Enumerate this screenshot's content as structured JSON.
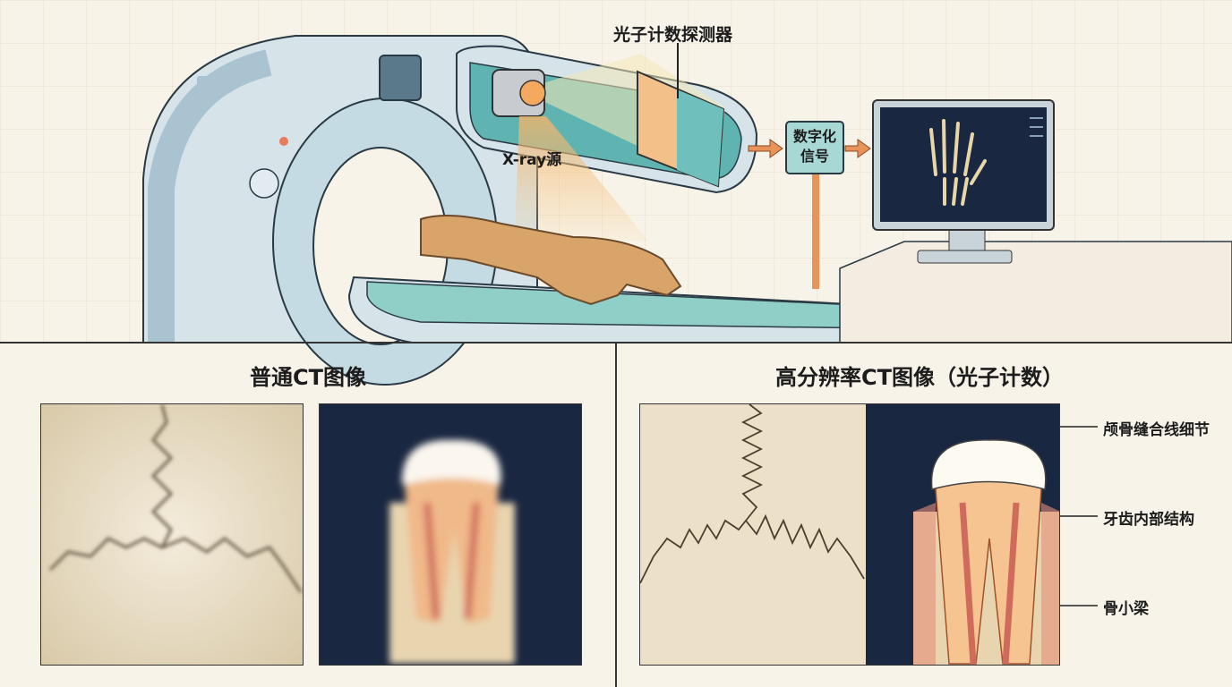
{
  "top": {
    "detector_label": "光子计数探测器",
    "xray_label": "X-ray源",
    "digital_signal_label": [
      "数字化",
      "信号"
    ]
  },
  "bottom": {
    "normal_title": "普通CT图像",
    "hires_title": "高分辨率CT图像（光子计数）",
    "annotations": [
      "颅骨缝合线细节",
      "牙齿内部结构",
      "骨小梁"
    ]
  },
  "colors": {
    "background": "#f8f3e8",
    "dark_panel": "#1a2740",
    "teal": "#5fb3b0",
    "orange": "#e8935a"
  }
}
